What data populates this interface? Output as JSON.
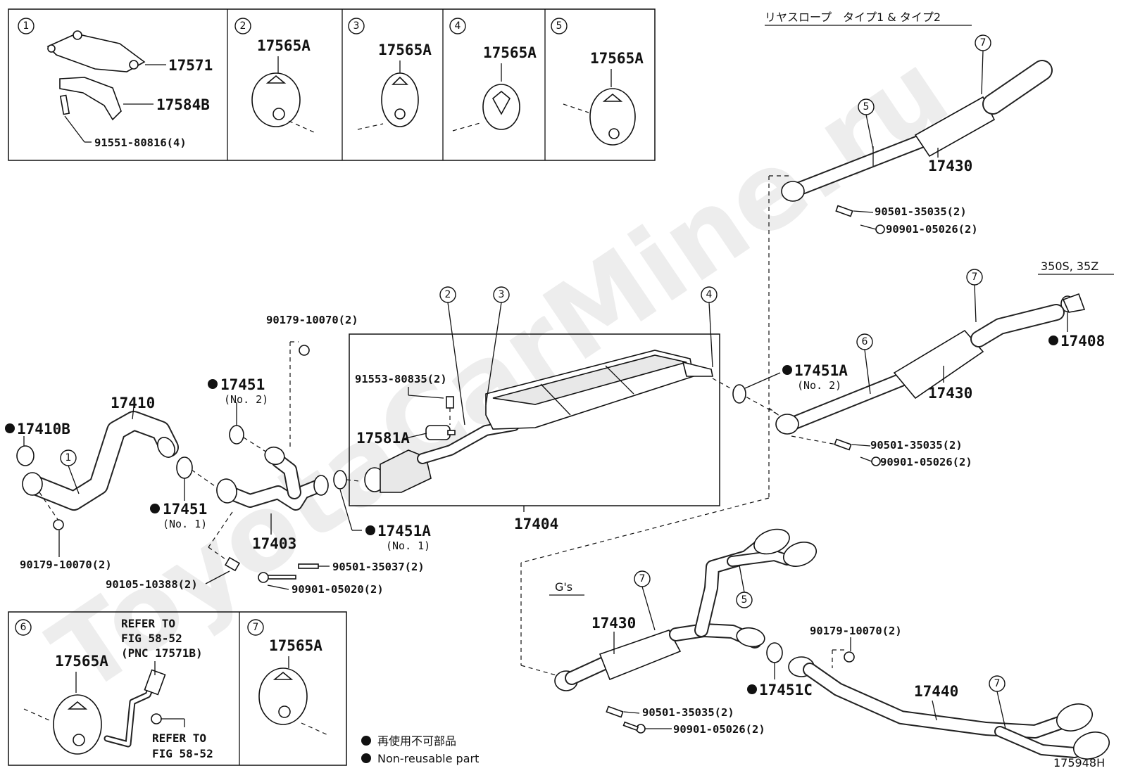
{
  "watermark": "ToyotaCarMine.ru",
  "diagram_code": "175948H",
  "header_rear_slope": "リヤスロープ　タイプ1 & タイプ2",
  "header_350s": "350S, 35Z",
  "header_gs": "G's",
  "inset_numbers": [
    "1",
    "2",
    "3",
    "4",
    "5",
    "6",
    "7"
  ],
  "insets": {
    "i1_part_a": "17571",
    "i1_part_b": "17584B",
    "i1_part_c": "91551-80816(4)",
    "i2_part": "17565A",
    "i3_part": "17565A",
    "i4_part": "17565A",
    "i5_part": "17565A",
    "i6_part": "17565A",
    "i6_ref1": [
      "REFER TO",
      "FIG 58-52",
      "(PNC 17571B)"
    ],
    "i6_ref2": [
      "REFER TO",
      "FIG 58-52"
    ],
    "i7_part": "17565A"
  },
  "parts": {
    "p17410B": "17410B",
    "p17410": "17410",
    "p17451_no2": "17451",
    "p17451_no2_sub": "(No. 2)",
    "p17451_no1": "17451",
    "p17451_no1_sub": "(No. 1)",
    "p90179_a": "90179-10070(2)",
    "p90179_b": "90179-10070(2)",
    "p90179_c": "90179-10070(2)",
    "p17403": "17403",
    "p17451A_no1": "17451A",
    "p17451A_no1_sub": "(No. 1)",
    "p90105": "90105-10388(2)",
    "p90501_37": "90501-35037(2)",
    "p90901_20": "90901-05020(2)",
    "p91553": "91553-80835(2)",
    "p17581A": "17581A",
    "p17404": "17404",
    "p17451A_no2": "17451A",
    "p17451A_no2_sub": "(No. 2)",
    "p17430_top": "17430",
    "p90501_top": "90501-35035(2)",
    "p90901_top": "90901-05026(2)",
    "p17408": "17408",
    "p17430_mid": "17430",
    "p90501_mid": "90501-35035(2)",
    "p90901_mid": "90901-05026(2)",
    "p17430_gs": "17430",
    "p17451C": "17451C",
    "p90501_gs": "90501-35035(2)",
    "p90901_gs": "90901-05026(2)",
    "p17440": "17440"
  },
  "legend": {
    "jp": "再使用不可部品",
    "en": "Non-reusable part"
  }
}
